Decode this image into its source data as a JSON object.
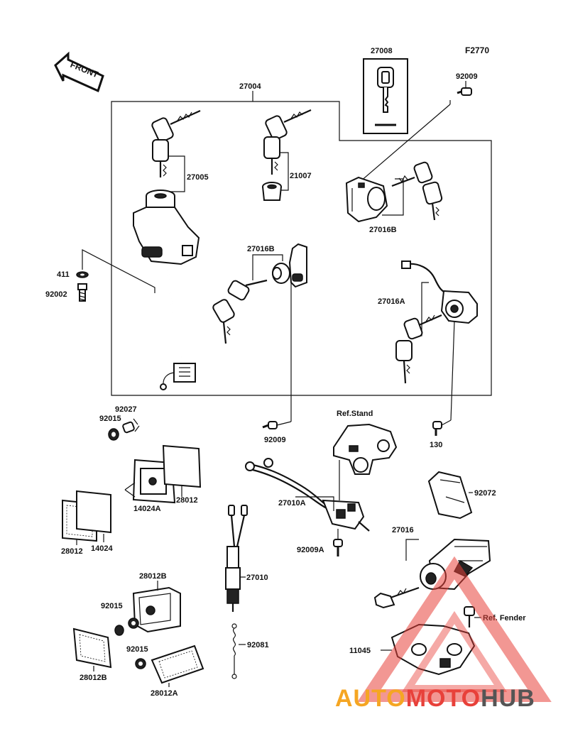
{
  "figure_code": "F2770",
  "front_arrow_label": "FRONT",
  "card_small_text": "—",
  "labels": {
    "p27008": "27008",
    "p92009_top": "92009",
    "p27004": "27004",
    "p27005": "27005",
    "p21007": "21007",
    "p27016B_upper": "27016B",
    "p27016B_mid": "27016B",
    "p411": "411",
    "p92002": "92002",
    "p27016A": "27016A",
    "p92027": "92027",
    "p92015_top": "92015",
    "p92009_mid": "92009",
    "p130": "130",
    "ref_stand": "Ref.Stand",
    "p14024A": "14024A",
    "p28012_top": "28012",
    "p28012_left": "28012",
    "p14024": "14024",
    "p27010A": "27010A",
    "p92009A": "92009A",
    "p92072": "92072",
    "p27016": "27016",
    "p27010": "27010",
    "p28012B_top": "28012B",
    "p92015_mid": "92015",
    "ref_fender": "Ref. Fender",
    "p28012B_left": "28012B",
    "p92081": "92081",
    "p92015_low": "92015",
    "p11045": "11045",
    "p28012A": "28012A"
  },
  "watermark": {
    "part1": "AUTO",
    "part2": "MOTO",
    "part3": "HUB",
    "color_orange": "#f5a623",
    "color_red": "#e8413a",
    "color_gray": "#555555"
  }
}
